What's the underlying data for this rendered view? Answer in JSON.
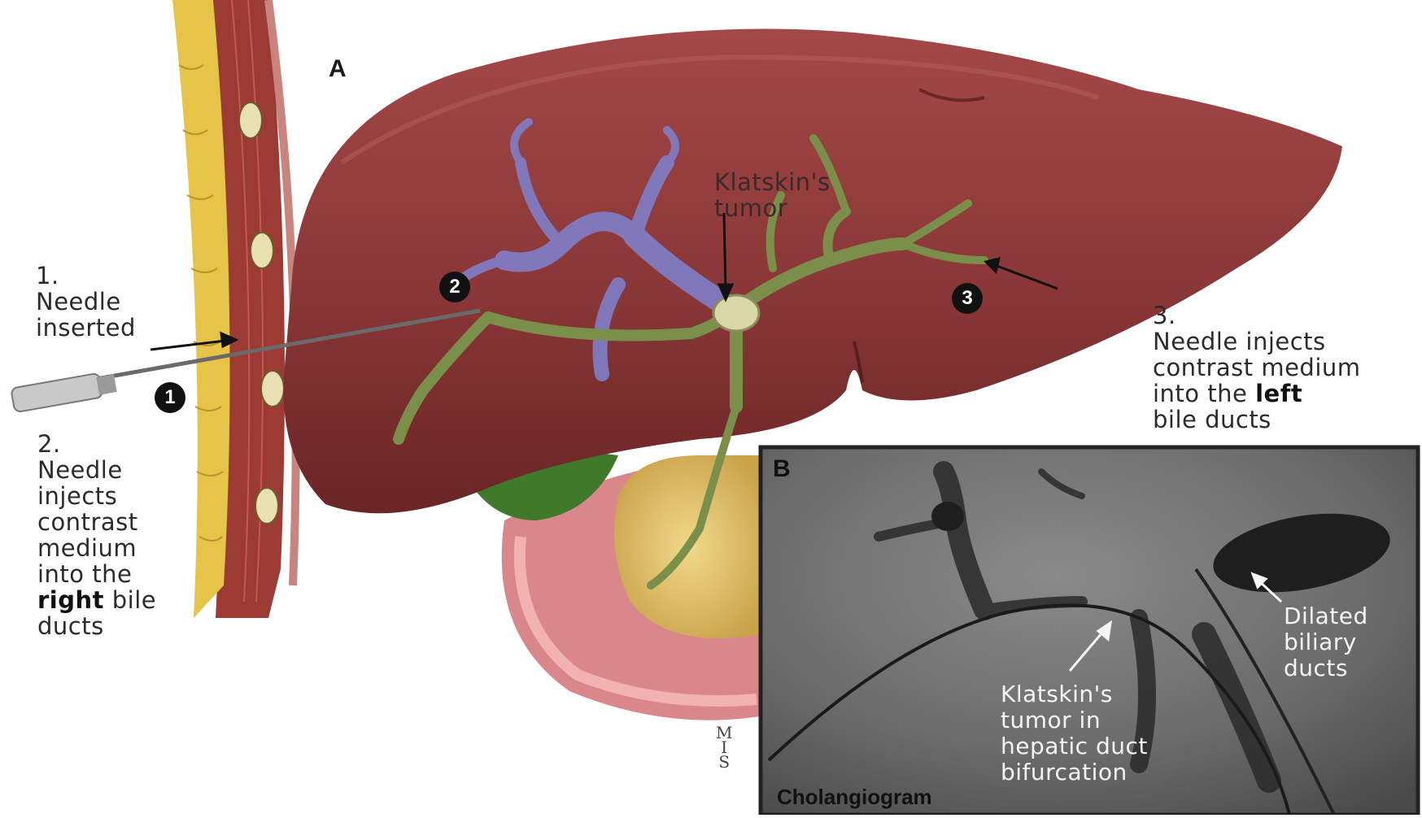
{
  "panel_a": {
    "letter": "A",
    "tumor_label_line1": "Klatskin's",
    "tumor_label_line2": "tumor",
    "markers": [
      "1",
      "2",
      "3"
    ],
    "step1": {
      "num": "1.",
      "line1": "Needle",
      "line2": "inserted"
    },
    "step2": {
      "num": "2.",
      "line1": "Needle",
      "line2": "injects",
      "line3": "contrast",
      "line4": "medium",
      "line5_pre": "into the",
      "bold": "right",
      "line6_pre": "bile",
      "line7": "ducts"
    },
    "step3": {
      "num": "3.",
      "line1": "Needle injects",
      "line2": "contrast medium",
      "line3_pre": "into the",
      "bold": "left",
      "line4": "bile ducts"
    }
  },
  "panel_b": {
    "letter": "B",
    "caption": "Cholangiogram",
    "dilated_line1": "Dilated",
    "dilated_line2": "biliary",
    "dilated_line3": "ducts",
    "tumor_line1": "Klatskin's",
    "tumor_line2": "tumor in",
    "tumor_line3": "hepatic duct",
    "tumor_line4": "bifurcation"
  },
  "colors": {
    "liver": "#8e3a3a",
    "liver_dark": "#6b2626",
    "bile_duct_green": "#7a8f4a",
    "vessel_blue": "#7f7fc9",
    "fat_yellow": "#e8c54a",
    "gallbladder": "#3f7a2a",
    "xray_bg": "#6a6a6a"
  }
}
